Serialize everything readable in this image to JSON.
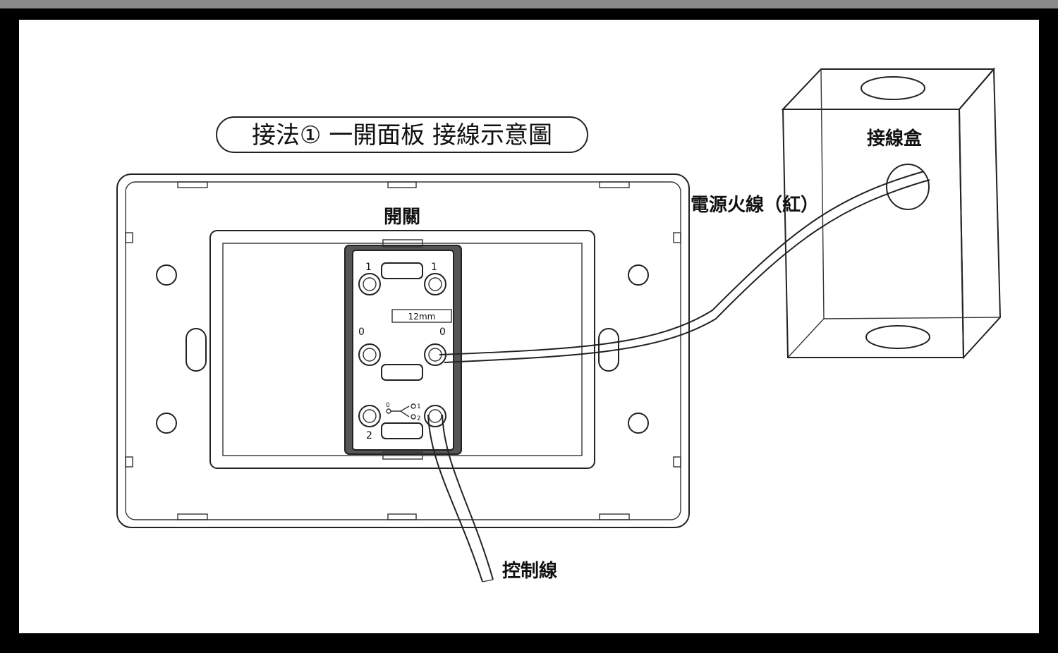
{
  "title": "接法① 一開面板 接線示意圖",
  "labels": {
    "switch": "開關",
    "live_wire": "電源火線（紅）",
    "junction_box": "接線盒",
    "control_wire": "控制線"
  },
  "module": {
    "terminal_top_left": "1",
    "terminal_top_right": "1",
    "terminal_mid_left": "0",
    "terminal_mid_right": "0",
    "terminal_bottom_left": "2",
    "strip_length": "12mm",
    "schematic_0": "0",
    "schematic_1": "1",
    "schematic_2": "2"
  }
}
